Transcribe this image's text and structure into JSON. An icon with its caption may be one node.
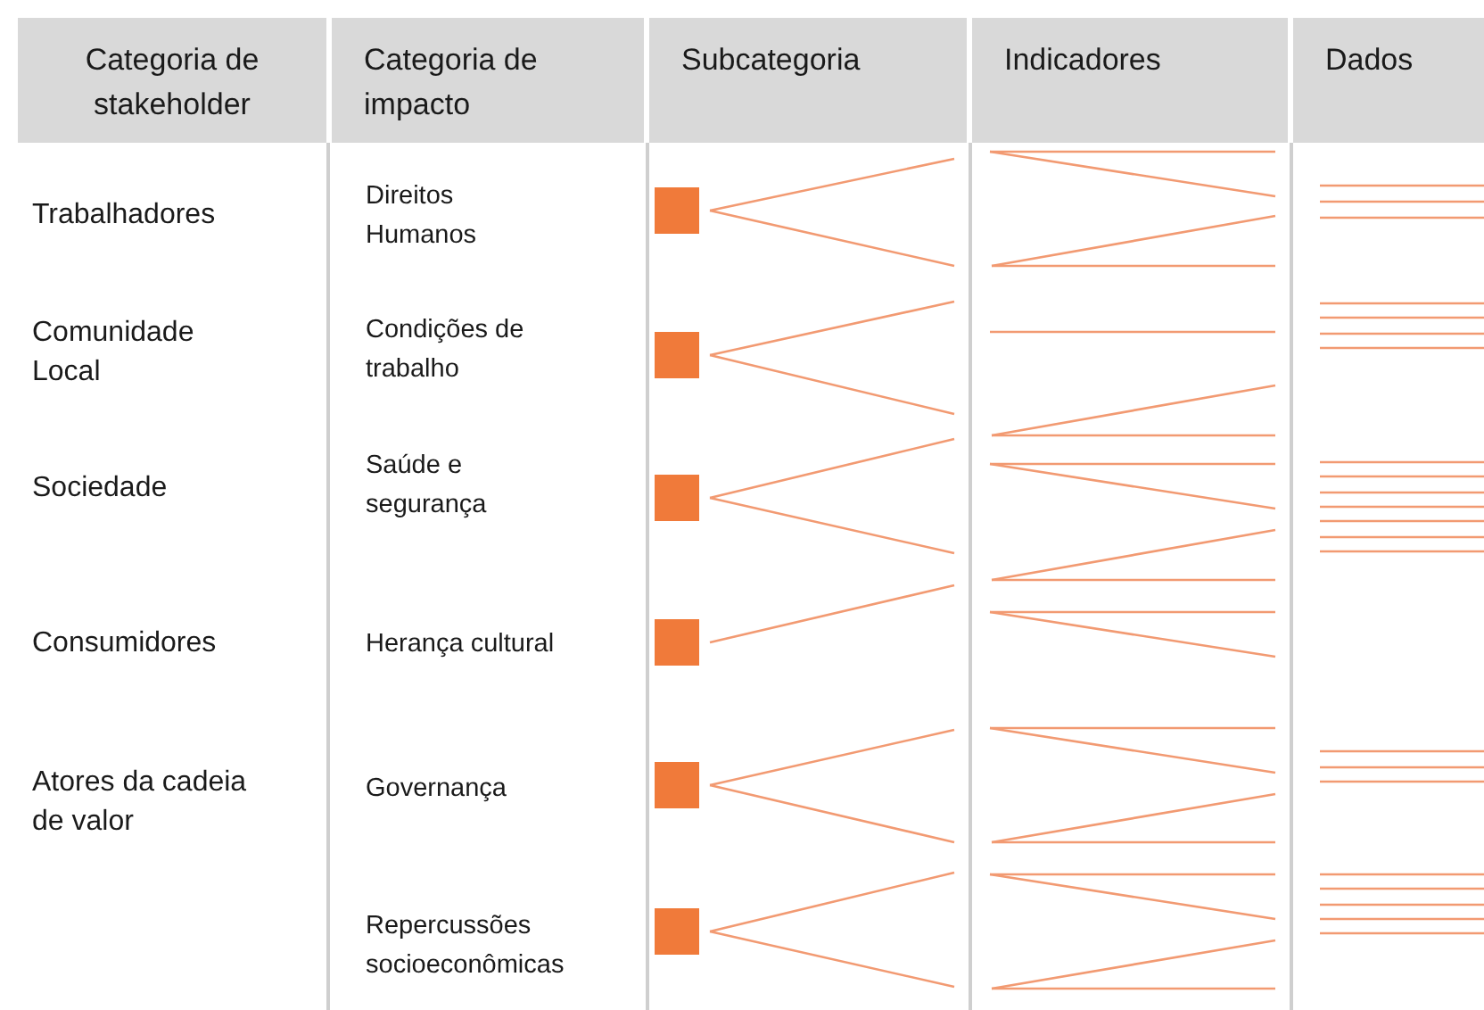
{
  "diagram": {
    "nodes": [
      {
        "text": [],
        "shape": "box"
      },
      {
        "text": [],
        "shape": "box"
      },
      {
        "text": [],
        "shape": "box"
      },
      {
        "text": [],
        "shape": "box"
      },
      {
        "text": [],
        "shape": "box"
      },
      {
        "text": [],
        "shape": "box"
      }
    ],
    "edges": [
      {
        "from": 0,
        "to": null,
        "arrow": "none"
      },
      {
        "from": 0,
        "to": null,
        "arrow": "none"
      },
      {
        "from": 1,
        "to": null,
        "arrow": "none"
      },
      {
        "from": 1,
        "to": null,
        "arrow": "none"
      },
      {
        "from": 2,
        "to": null,
        "arrow": "none"
      },
      {
        "from": 2,
        "to": null,
        "arrow": "none"
      },
      {
        "from": 3,
        "to": null,
        "arrow": "none"
      },
      {
        "from": 4,
        "to": null,
        "arrow": "none"
      },
      {
        "from": 4,
        "to": null,
        "arrow": "none"
      },
      {
        "from": 5,
        "to": null,
        "arrow": "none"
      },
      {
        "from": 5,
        "to": null,
        "arrow": "none"
      }
    ],
    "labels": [
      "Categoria de stakeholder",
      "Categoria de impacto",
      "Subcategoria",
      "Indicadores",
      "Dados",
      "Trabalhadores",
      "Direitos Humanos",
      "Comunidade Local",
      "Condições de trabalho",
      "Sociedade",
      "Saúde e segurança",
      "Consumidores",
      "Herança cultural",
      "Atores da cadeia de valor",
      "Governança",
      "Repercussões socioeconômicas"
    ]
  }
}
